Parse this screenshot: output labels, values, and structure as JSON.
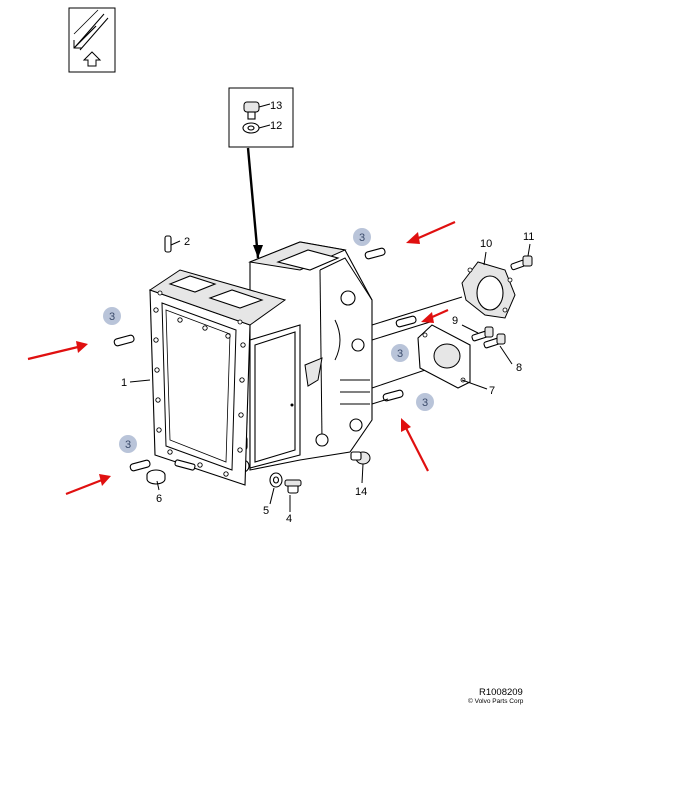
{
  "diagram": {
    "reference_id": "R1008209",
    "copyright": "© Volvo Parts Corp",
    "callouts": {
      "c1": "1",
      "c2": "2",
      "c4": "4",
      "c5": "5",
      "c6": "6",
      "c7": "7",
      "c8": "8",
      "c9": "9",
      "c10": "10",
      "c11": "11",
      "c12": "12",
      "c13": "13",
      "c14": "14"
    },
    "badges": {
      "b1": "3",
      "b2": "3",
      "b3": "3",
      "b4": "3",
      "b5": "3",
      "b6": "3"
    },
    "icons": {
      "corner": "direction-arrow-icon"
    },
    "colors": {
      "arrow": "#e01010",
      "badge": "#b9c4d9"
    }
  }
}
